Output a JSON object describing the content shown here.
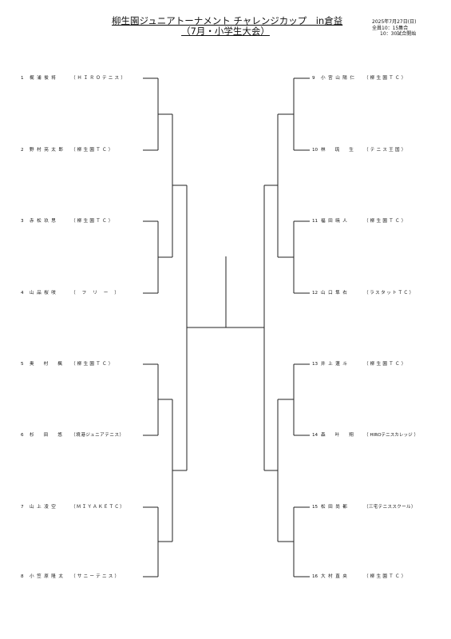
{
  "header": {
    "title_line1": "柳生園ジュニアトーナメント チャレンジカップ　in倉益",
    "title_line2": "（7月・小学生大会）",
    "date": "2025年7月27日(日)",
    "assembly": "全員10：15集合",
    "start": "10：30試合開始"
  },
  "players": [
    {
      "num": "1",
      "name": "梶浦俊将",
      "club": "（ＨＩＲＯテニス）"
    },
    {
      "num": "2",
      "name": "野村亮太郎",
      "club": "（柳生園ＴＣ）"
    },
    {
      "num": "3",
      "name": "赤松玖思",
      "club": "（柳生園ＴＣ）"
    },
    {
      "num": "4",
      "name": "山品桜咲",
      "club": "（フリー）"
    },
    {
      "num": "5",
      "name": "奥村楓",
      "club": "（柳生園ＴＣ）"
    },
    {
      "num": "6",
      "name": "杉田悠",
      "club": "（境港ジュニアテニス）"
    },
    {
      "num": "7",
      "name": "山上凌空",
      "club": "（ＭＩＹＡＫＥＴＣ）"
    },
    {
      "num": "8",
      "name": "小笠原隆太",
      "club": "（サニーテニス）"
    },
    {
      "num": "9",
      "name": "小宮山陽仁",
      "club": "（柳生園ＴＣ）"
    },
    {
      "num": "10",
      "name": "林琉生",
      "club": "（テニス王国）"
    },
    {
      "num": "11",
      "name": "福田暁人",
      "club": "（柳生園ＴＣ）"
    },
    {
      "num": "12",
      "name": "山口隼右",
      "club": "（ラスタットＴＣ）"
    },
    {
      "num": "13",
      "name": "井上蓮斗",
      "club": "（柳生園ＴＣ）"
    },
    {
      "num": "14",
      "name": "森叶翔",
      "club": "（ HIROテニスカレッジ ）"
    },
    {
      "num": "15",
      "name": "松田尚都",
      "club": "（三宅テニススクール）"
    },
    {
      "num": "16",
      "name": "大村直央",
      "club": "（柳生園ＴＣ）"
    }
  ]
}
